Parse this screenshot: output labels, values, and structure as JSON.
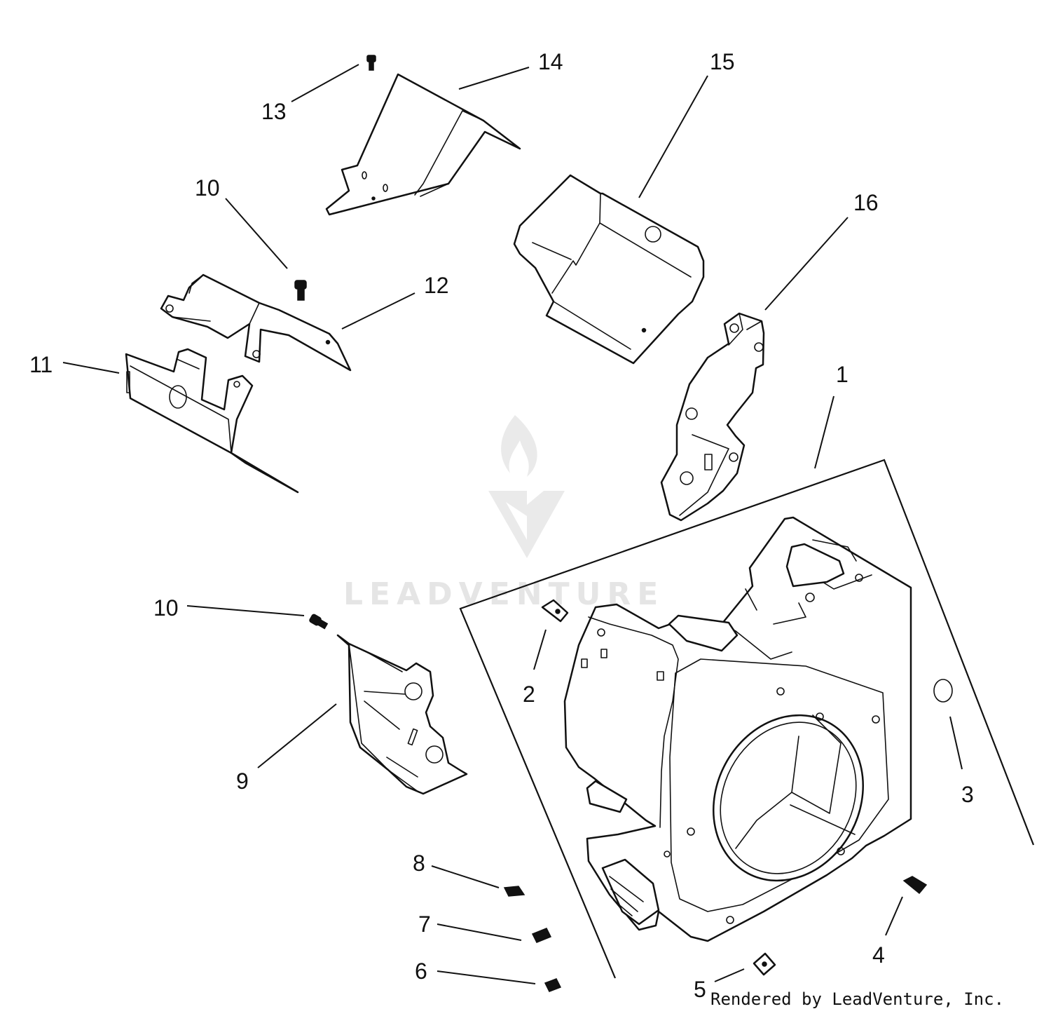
{
  "watermark": {
    "text": "LEADVENTURE"
  },
  "credit": {
    "text": "Rendered by LeadVenture, Inc."
  },
  "callouts": [
    {
      "id": "1",
      "label": "1"
    },
    {
      "id": "2",
      "label": "2"
    },
    {
      "id": "3",
      "label": "3"
    },
    {
      "id": "4",
      "label": "4"
    },
    {
      "id": "5",
      "label": "5"
    },
    {
      "id": "6",
      "label": "6"
    },
    {
      "id": "7",
      "label": "7"
    },
    {
      "id": "8",
      "label": "8"
    },
    {
      "id": "9",
      "label": "9"
    },
    {
      "id": "10a",
      "label": "10"
    },
    {
      "id": "10b",
      "label": "10"
    },
    {
      "id": "11",
      "label": "11"
    },
    {
      "id": "12",
      "label": "12"
    },
    {
      "id": "13",
      "label": "13"
    },
    {
      "id": "14",
      "label": "14"
    },
    {
      "id": "15",
      "label": "15"
    },
    {
      "id": "16",
      "label": "16"
    }
  ]
}
